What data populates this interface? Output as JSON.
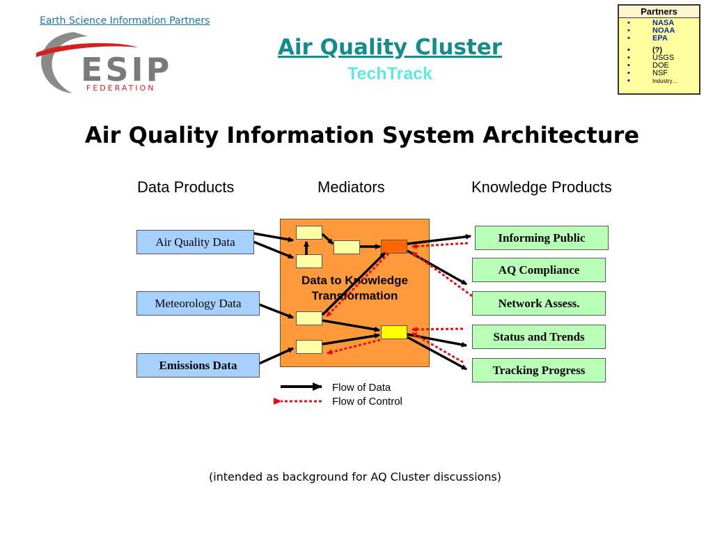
{
  "header": {
    "esip_link": "Earth Science Information Partners",
    "cluster_title": "Air Quality Cluster",
    "cluster_subtitle": "TechTrack"
  },
  "logo": {
    "wordmark": "ESIP",
    "sub": "FEDERATION"
  },
  "partners": {
    "title": "Partners",
    "items": [
      "NASA",
      "NOAA",
      "EPA",
      "(?)",
      "USGS",
      "DOE",
      "NSF",
      "Industry…"
    ]
  },
  "main_title": "Air Quality Information System Architecture",
  "columns": {
    "left": "Data Products",
    "middle": "Mediators",
    "right": "Knowledge Products"
  },
  "data_products": [
    "Air Quality Data",
    "Meteorology Data",
    "Emissions Data"
  ],
  "mediator": {
    "line1": "Data to Knowledge",
    "line2": "Transformation"
  },
  "knowledge_products": [
    "Informing Public",
    "AQ Compliance",
    "Network Assess.",
    "Status and Trends",
    "Tracking Progress"
  ],
  "legend": {
    "data_flow": "Flow of Data",
    "control_flow": "Flow of Control"
  },
  "footnote": "(intended as background for AQ Cluster discussions)",
  "colors": {
    "data_product_fill": "#a8d0ff",
    "knowledge_product_fill": "#b8ffb8",
    "mediator_fill": "#ff9a3c",
    "node_fill": "#ffffa8",
    "hub_fill": "#ff6600",
    "data_arrow": "#000000",
    "control_arrow": "#e01010"
  }
}
